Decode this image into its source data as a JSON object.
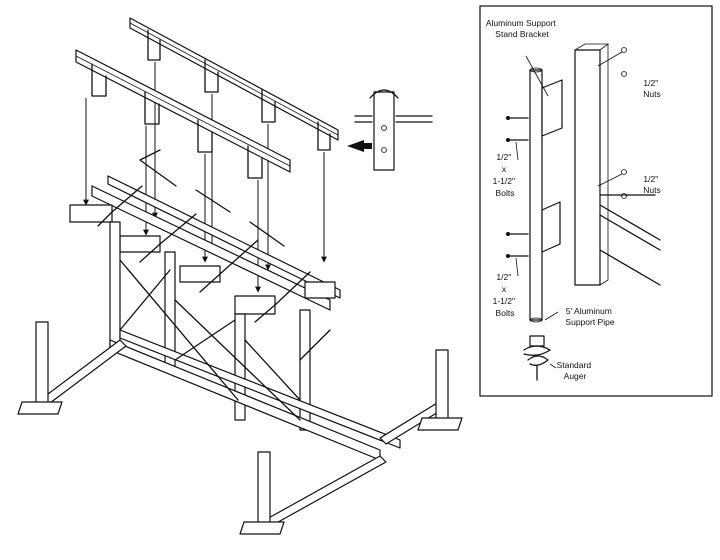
{
  "inset": {
    "bracket_label": [
      "Aluminum Support",
      "Stand Bracket"
    ],
    "nuts_top_label": [
      "1/2\"",
      "Nuts"
    ],
    "nuts_mid_label": [
      "1/2\"",
      "Nuts"
    ],
    "bolts_top_label": [
      "1/2\"",
      "x",
      "1-1/2\"",
      "Bolts"
    ],
    "bolts_bottom_label": [
      "1/2\"",
      "x",
      "1-1/2\"",
      "Bolts"
    ],
    "pipe_label": [
      "5' Aluminum",
      "Support Pipe"
    ],
    "auger_label": [
      "Standard",
      "Auger"
    ]
  },
  "colors": {
    "line": "#111111",
    "background": "#ffffff"
  }
}
